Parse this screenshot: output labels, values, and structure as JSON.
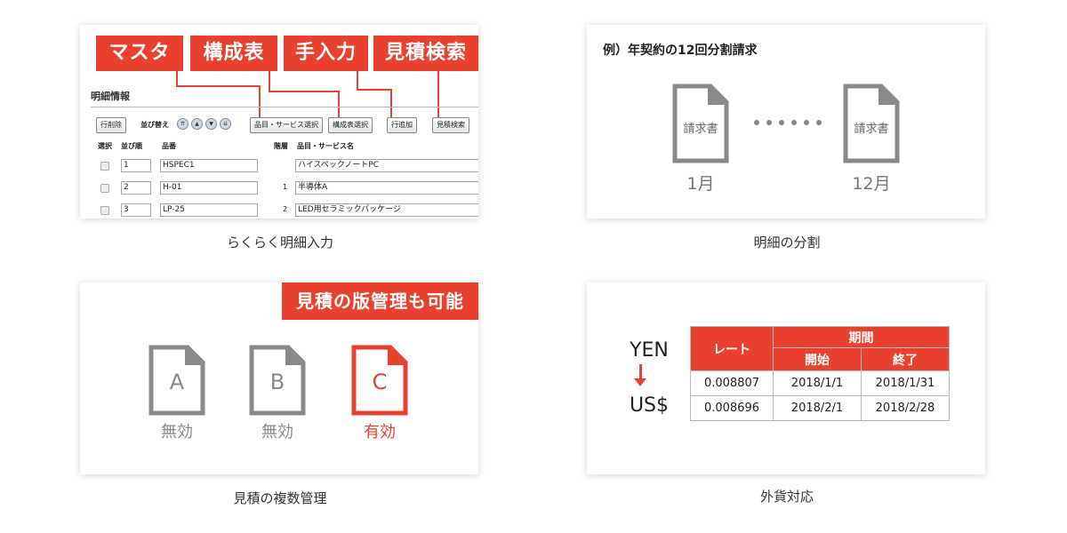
{
  "panel1": {
    "caption": "らくらく明細入力",
    "tags": [
      "マスタ",
      "構成表",
      "手入力",
      "見積検索"
    ],
    "section_title": "明細情報",
    "buttons": {
      "delete": "行削除",
      "sort_label": "並び替え",
      "item_select": "品目・サービス選択",
      "bom_select": "構成表選択",
      "add_row": "行追加",
      "quote_search": "見積検索"
    },
    "sort_icons": [
      "⇈",
      "▲",
      "▼",
      "⇊"
    ],
    "columns": [
      "選択",
      "並び順",
      "品番",
      "階層",
      "品目・サービス名"
    ],
    "rows": [
      {
        "order": "1",
        "code": "HSPEC1",
        "level": "",
        "name": "ハイスペックノートPC"
      },
      {
        "order": "2",
        "code": "H-01",
        "level": "1",
        "name": "半導体A"
      },
      {
        "order": "3",
        "code": "LP-25",
        "level": "2",
        "name": "LED用セラミックパッケージ"
      }
    ]
  },
  "panel2": {
    "caption": "明細の分割",
    "title": "例）年契約の12回分割請求",
    "doc_label": "請求書",
    "start_month": "1月",
    "end_month": "12月"
  },
  "panel3": {
    "caption": "見積の複数管理",
    "banner": "見積の版管理も可能",
    "versions": [
      {
        "letter": "A",
        "status": "無効",
        "color": "#8a8a8a"
      },
      {
        "letter": "B",
        "status": "無効",
        "color": "#8a8a8a"
      },
      {
        "letter": "C",
        "status": "有効",
        "color": "#e8412f"
      }
    ]
  },
  "panel4": {
    "caption": "外貨対応",
    "from_currency": "YEN",
    "to_currency": "US$",
    "table": {
      "rate_header": "レート",
      "period_header": "期間",
      "start_header": "開始",
      "end_header": "終了",
      "rows": [
        {
          "rate": "0.008807",
          "start": "2018/1/1",
          "end": "2018/1/31"
        },
        {
          "rate": "0.008696",
          "start": "2018/2/1",
          "end": "2018/2/28"
        }
      ]
    }
  },
  "colors": {
    "accent": "#e8412f",
    "doc_gray": "#8a8a8a"
  }
}
